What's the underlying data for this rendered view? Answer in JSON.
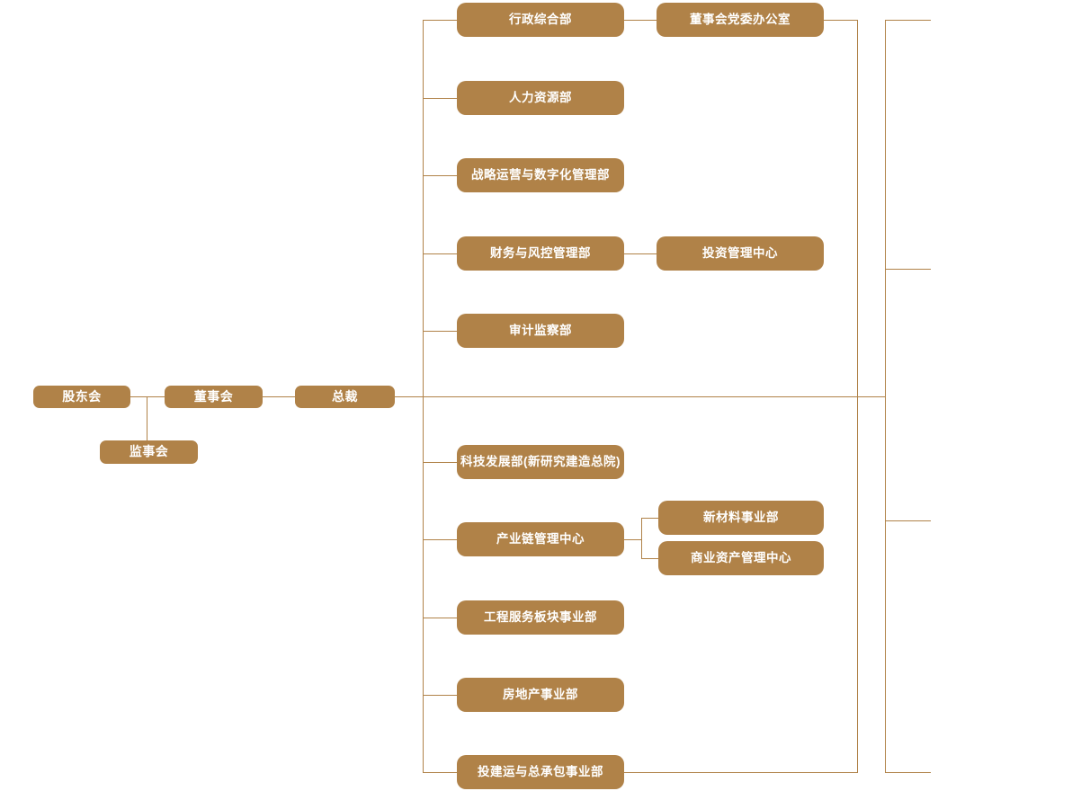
{
  "diagram": {
    "kind": "org-chart",
    "colors": {
      "node_fill": "#B08248",
      "connector_line": "#B08248",
      "node_text": "#FFFFFF",
      "background": "#FFFFFF"
    },
    "nodes": {
      "shareholders": "股东会",
      "supervisory_board": "监事会",
      "board_of_directors": "董事会",
      "president": "总裁",
      "admin_general": "行政综合部",
      "board_party_office": "董事会党委办公室",
      "human_resources": "人力资源部",
      "strategy_digital": "战略运营与数字化管理部",
      "finance_risk": "财务与风控管理部",
      "investment_center": "投资管理中心",
      "audit_supervision": "审计监察部",
      "tech_development": "科技发展部(新研究建造总院)",
      "industry_chain_center": "产业链管理中心",
      "new_materials": "新材料事业部",
      "commercial_assets": "商业资产管理中心",
      "engineering_services": "工程服务板块事业部",
      "real_estate": "房地产事业部",
      "invest_build_epc": "投建运与总承包事业部"
    },
    "edges": [
      {
        "from": "shareholders",
        "to": "board_of_directors"
      },
      {
        "from": "shareholders",
        "to": "supervisory_board"
      },
      {
        "from": "board_of_directors",
        "to": "president"
      },
      {
        "from": "president",
        "to": "admin_general"
      },
      {
        "from": "president",
        "to": "human_resources"
      },
      {
        "from": "president",
        "to": "strategy_digital"
      },
      {
        "from": "president",
        "to": "finance_risk"
      },
      {
        "from": "president",
        "to": "audit_supervision"
      },
      {
        "from": "president",
        "to": "tech_development"
      },
      {
        "from": "president",
        "to": "industry_chain_center"
      },
      {
        "from": "president",
        "to": "engineering_services"
      },
      {
        "from": "president",
        "to": "real_estate"
      },
      {
        "from": "president",
        "to": "invest_build_epc"
      },
      {
        "from": "admin_general",
        "to": "board_party_office"
      },
      {
        "from": "finance_risk",
        "to": "investment_center"
      },
      {
        "from": "industry_chain_center",
        "to": "new_materials"
      },
      {
        "from": "industry_chain_center",
        "to": "commercial_assets"
      }
    ],
    "truncated_right_connector_count": 4
  }
}
